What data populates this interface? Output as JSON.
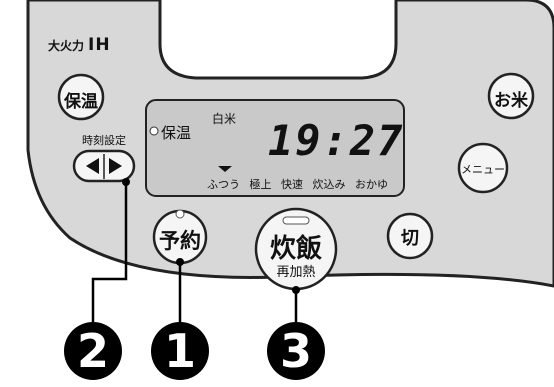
{
  "brand": {
    "label": "大火力",
    "ih": "IH"
  },
  "buttons": {
    "keep_warm": "保温",
    "rice_type": "お米",
    "menu": "メニュー",
    "time_set_caption": "時刻設定",
    "timer": "予約",
    "cook_main": "炊飯",
    "cook_sub": "再加熱",
    "off": "切"
  },
  "display": {
    "keep_warm_indicator": "保温",
    "rice_label": "白米",
    "time": "19:27",
    "modes": [
      "ふつう",
      "極上",
      "快速",
      "炊込み",
      "おかゆ"
    ],
    "selected_mode_index": 0
  },
  "callouts": [
    "2",
    "1",
    "3"
  ],
  "colors": {
    "panel": "#d8d8d8",
    "lcd": "#c9c9c9",
    "button_face": "#f5f5f5",
    "outline": "#222222"
  }
}
